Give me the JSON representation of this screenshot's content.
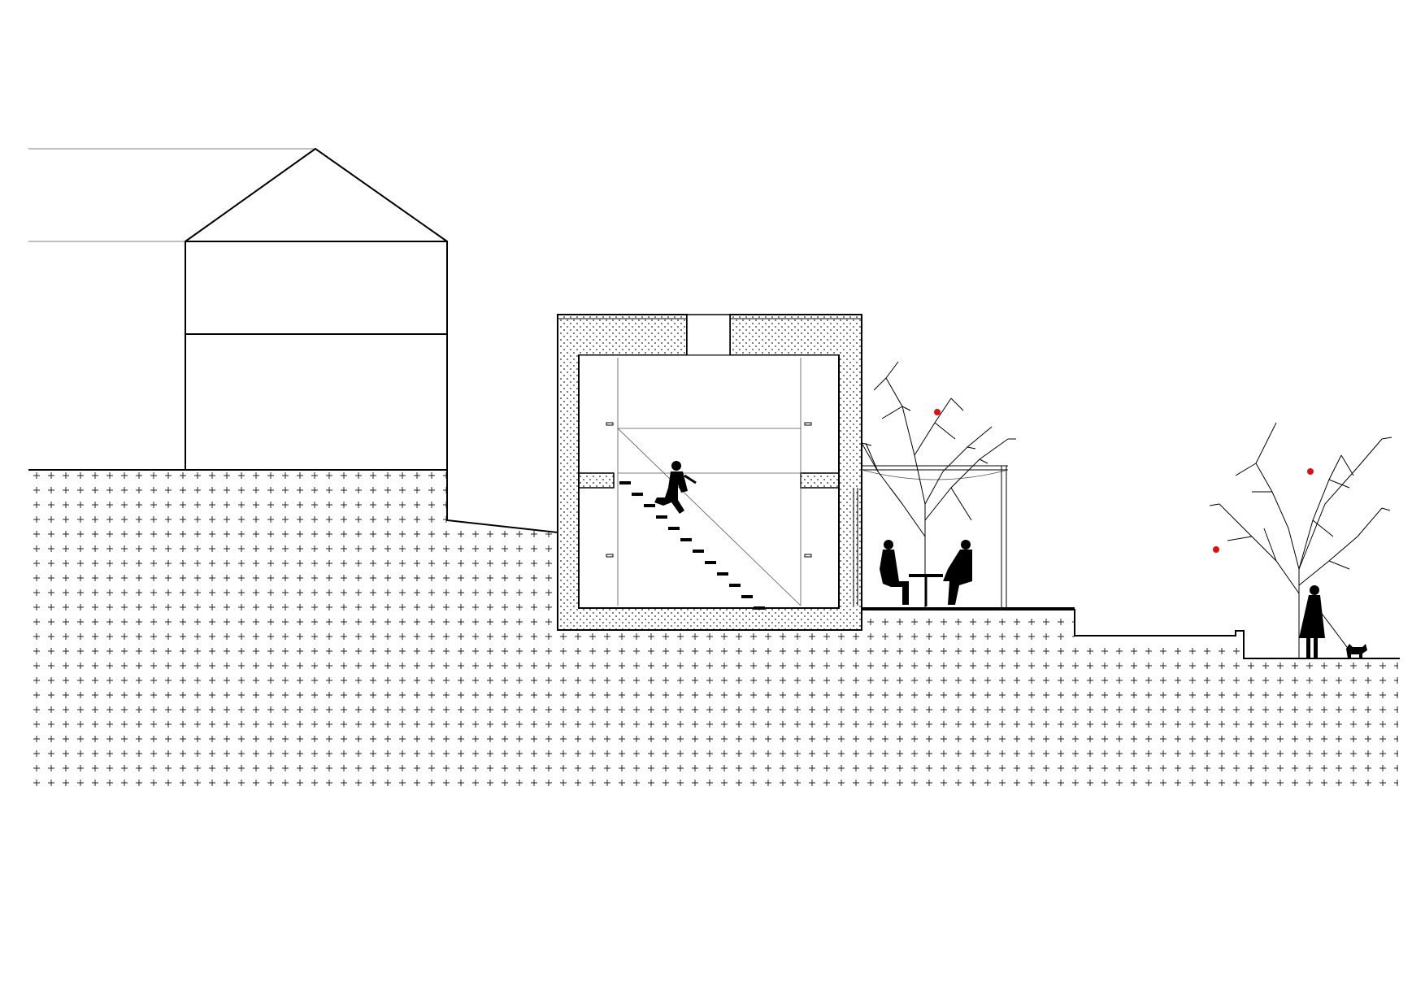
{
  "drawing": {
    "type": "building-section",
    "background": "#ffffff",
    "line_color": "#000000",
    "accent_color": "#e01010",
    "ground_hatch": "cross-pattern",
    "wall_hatch": "dot-pattern",
    "elements": [
      "neighbouring-house",
      "sloped-ground",
      "two-storey-section",
      "stair-with-figure",
      "pergola-terrace",
      "seated-couple",
      "tree-with-red-fruit",
      "walker-with-dog"
    ]
  }
}
